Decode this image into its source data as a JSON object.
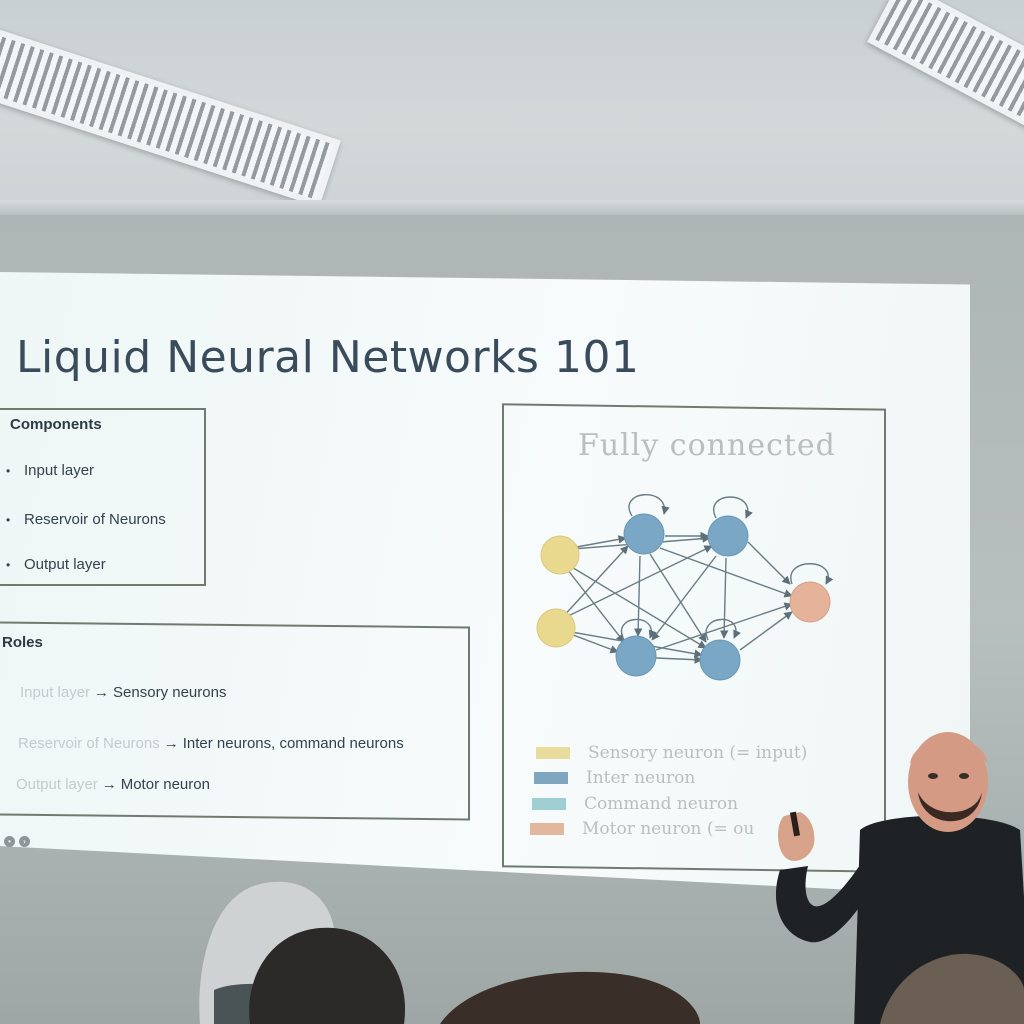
{
  "slide": {
    "title": "Liquid Neural Networks 101",
    "components": {
      "heading": "Components",
      "items": [
        "Input layer",
        "Reservoir of Neurons",
        "Output layer"
      ]
    },
    "roles": {
      "heading": "Roles",
      "items": [
        {
          "from": "Input layer",
          "arrow": "→",
          "to": "Sensory neurons"
        },
        {
          "from": "Reservoir of Neurons",
          "arrow": "→",
          "to": "Inter neurons, command neurons"
        },
        {
          "from": "Output layer",
          "arrow": "→",
          "to": "Motor neuron"
        }
      ]
    },
    "diagram": {
      "title": "Fully connected",
      "legend": [
        {
          "label": "Sensory neuron (= input)",
          "color": "#e8dc9c"
        },
        {
          "label": "Inter neuron",
          "color": "#7fa6c0"
        },
        {
          "label": "Command neuron",
          "color": "#9fcfd2"
        },
        {
          "label": "Motor neuron (= ou",
          "color": "#e2b79c"
        }
      ],
      "node_colors": {
        "sensory": "#e8d98f",
        "inter": "#7aa7c6",
        "motor": "#e4b39a"
      }
    },
    "nav_icons": [
      "menu-icon",
      "next-icon"
    ]
  }
}
